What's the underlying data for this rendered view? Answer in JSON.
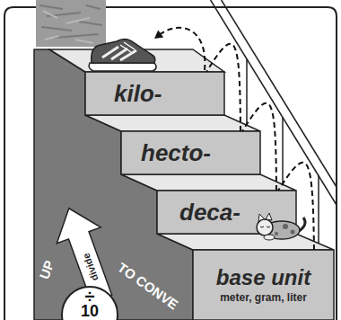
{
  "diagram": {
    "nodes": [
      {
        "text": [
          "kilo-"
        ]
      },
      {
        "text": [
          "hecto-"
        ]
      },
      {
        "text": [
          "deca-"
        ]
      },
      {
        "text": [
          "base unit",
          "meter, gram, liter"
        ]
      }
    ],
    "edges": [
      {
        "from": 3,
        "to": 2,
        "arrow": "none"
      },
      {
        "from": 2,
        "to": 1,
        "arrow": "none"
      },
      {
        "from": 1,
        "to": 0,
        "arrow": "none"
      }
    ],
    "labels": [
      "UP",
      "divide",
      "÷",
      "10",
      "TO CONVE"
    ]
  }
}
